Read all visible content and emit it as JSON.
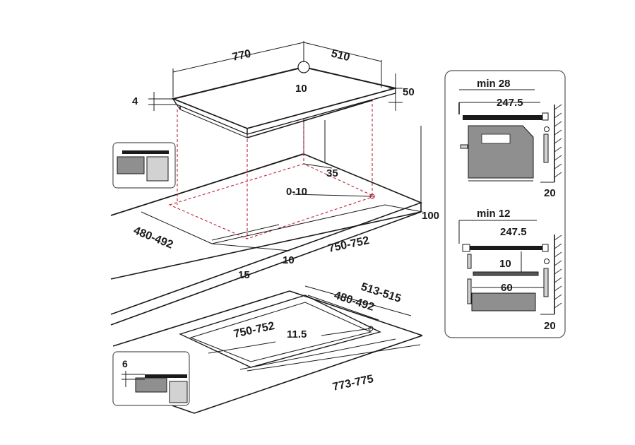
{
  "colors": {
    "line": "#1a1a1a",
    "cutout_dashed": "#c0243a",
    "panel_border": "#555555",
    "fill_grey": "#8f8f8f",
    "fill_light": "#d2d2d2"
  },
  "hob": {
    "width": "770",
    "depth": "510",
    "thickness": "4",
    "height": "50",
    "corner": "10"
  },
  "cutout": {
    "depth": "480-492",
    "width": "750-752",
    "back_offset": "35",
    "tolerance": "0-10",
    "wall_min": "100",
    "front_a": "15",
    "front_b": "10"
  },
  "flush": {
    "outer_depth": "513-515",
    "inner_depth": "480-492",
    "inner_width": "750-752",
    "radius": "11.5",
    "outer_width": "773-775"
  },
  "flush_detail": {
    "recess": "6"
  },
  "oven_panel": {
    "min_label": "min 28",
    "depth": "247.5",
    "wall": "20"
  },
  "drawer_panel": {
    "min_label": "min 12",
    "depth": "247.5",
    "gap": "10",
    "clearance": "60",
    "wall": "20"
  }
}
